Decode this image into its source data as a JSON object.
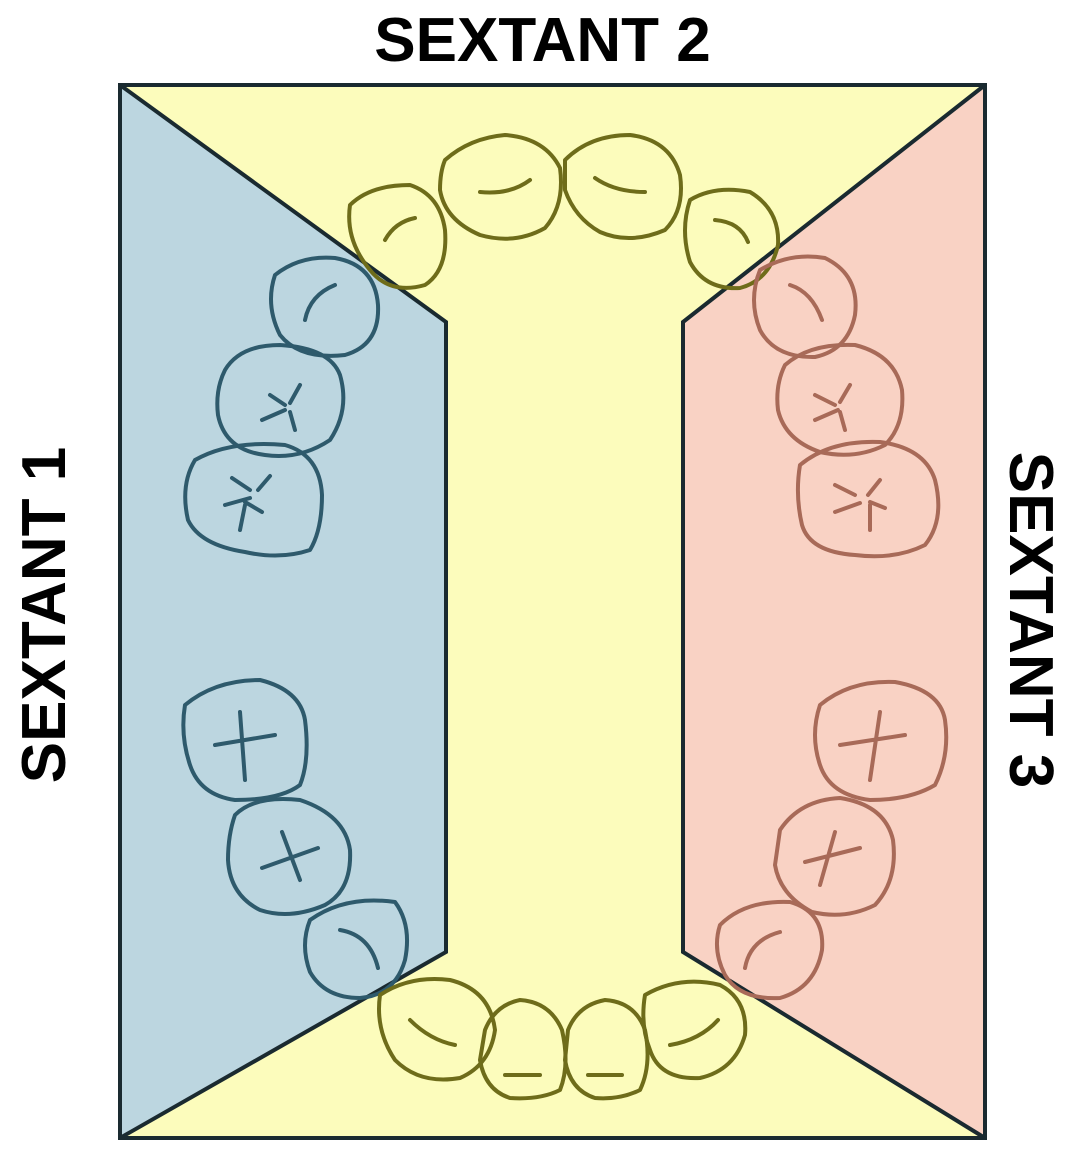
{
  "labels": {
    "sextant_1": "SEXTANT 1",
    "sextant_2": "SEXTANT 2",
    "sextant_3": "SEXTANT 3"
  },
  "colors": {
    "sextant_1_fill": "#bcd6e0",
    "sextant_2_fill": "#fcfcbc",
    "sextant_3_fill": "#f9d2c4",
    "outline": "#1a2a30",
    "tooth_sextant_1": "#2e5a6c",
    "tooth_sextant_2": "#6e6c1a",
    "tooth_sextant_3": "#a86a58"
  }
}
